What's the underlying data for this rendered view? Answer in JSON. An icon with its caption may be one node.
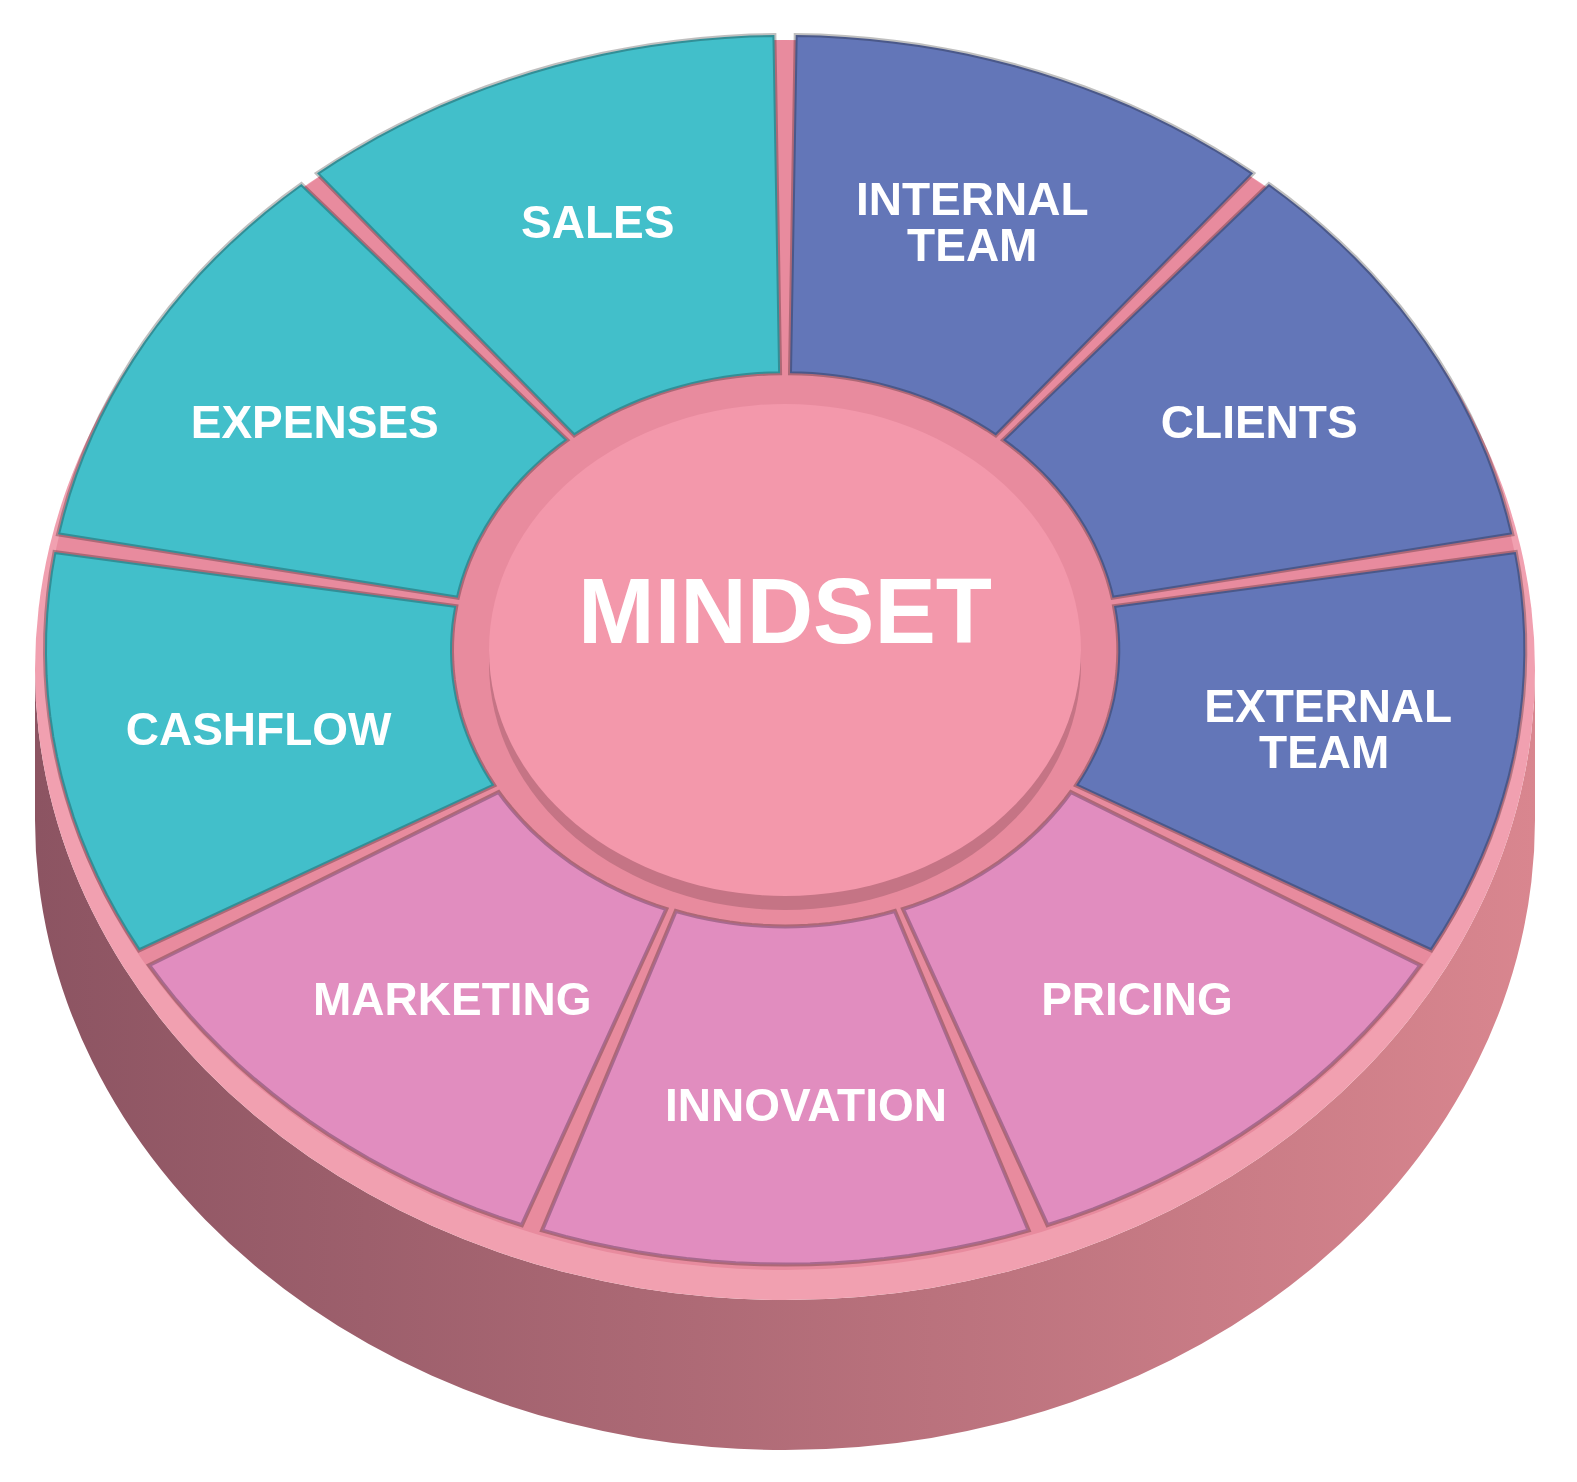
{
  "diagram": {
    "nodes": [
      {
        "text": [
          "SALES"
        ]
      },
      {
        "text": [
          "INTERNAL TEAM"
        ]
      },
      {
        "text": [
          "EXPENSES"
        ]
      },
      {
        "text": [
          "CLIENTS"
        ]
      },
      {
        "text": [
          "CASHFLOW"
        ]
      },
      {
        "text": [
          "MINDSET"
        ]
      },
      {
        "text": [
          "EXTERNAL TEAM"
        ]
      },
      {
        "text": [
          "MARKETING"
        ]
      },
      {
        "text": [
          "PRICING"
        ]
      },
      {
        "text": [
          "INNOVATION"
        ]
      }
    ]
  }
}
